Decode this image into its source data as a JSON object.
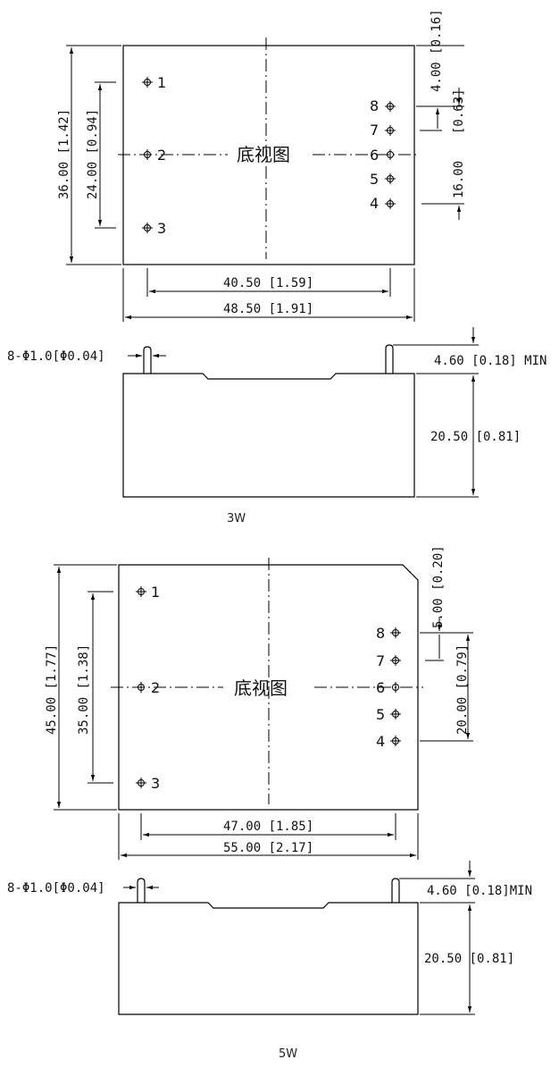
{
  "view_3w": {
    "bottom_view_label": "底视图",
    "pins": [
      "1",
      "2",
      "3",
      "4",
      "5",
      "6",
      "7",
      "8"
    ],
    "dim_height": "36.00 [1.42]",
    "dim_pin_span": "24.00 [0.94]",
    "dim_top_offset": "4.00 [0.16]",
    "dim_pin_pitch": "[0.63]",
    "dim_pin_range": "16.00",
    "dim_pin_row": "40.50 [1.59]",
    "dim_width": "48.50 [1.91]",
    "pin_diameter": "8-Φ1.0[Φ0.04]",
    "pin_length": "4.60 [0.18] MIN",
    "body_height": "20.50 [0.81]",
    "caption": "3W"
  },
  "view_5w": {
    "bottom_view_label": "底视图",
    "pins": [
      "1",
      "2",
      "3",
      "4",
      "5",
      "6",
      "7",
      "8"
    ],
    "dim_height": "45.00 [1.77]",
    "dim_pin_span": "35.00 [1.38]",
    "dim_top_offset": "5.00 [0.20]",
    "dim_pin_range": "20.00 [0.79]",
    "dim_pin_row": "47.00 [1.85]",
    "dim_width": "55.00 [2.17]",
    "pin_diameter": "8-Φ1.0[Φ0.04]",
    "pin_length": "4.60 [0.18]MIN",
    "body_height": "20.50 [0.81]",
    "caption": "5W"
  }
}
